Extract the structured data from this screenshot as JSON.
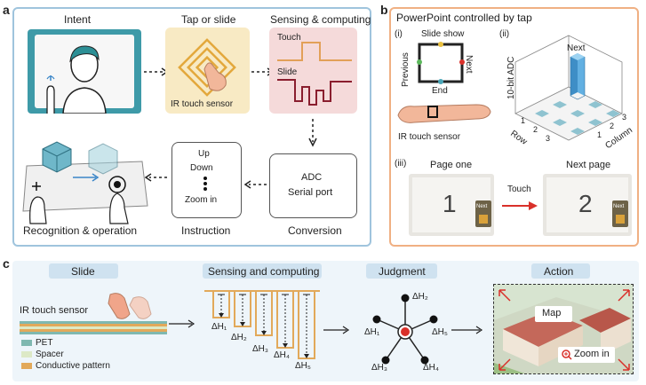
{
  "panel_a": {
    "letter": "a",
    "intent_title": "Intent",
    "tap_title": "Tap or slide",
    "sensing_title": "Sensing & computing",
    "touch_label": "Touch",
    "slide_label": "Slide",
    "sensor_caption": "IR touch sensor",
    "adc_line1": "ADC",
    "adc_line2": "Serial port",
    "conversion_caption": "Conversion",
    "instruction_items": [
      "Up",
      "Down",
      "Zoom in"
    ],
    "instruction_caption": "Instruction",
    "recognition_caption": "Recognition & operation"
  },
  "panel_b": {
    "letter": "b",
    "title": "PowerPoint controlled by tap",
    "sub_i": "(i)",
    "sub_ii": "(ii)",
    "sub_iii": "(iii)",
    "slide_show": "Slide show",
    "previous": "Previous",
    "next_side": "Next",
    "end": "End",
    "sensor_caption": "IR touch sensor",
    "z_axis": "10-bit ADC",
    "row_axis": "Row",
    "column_axis": "Column",
    "bar_label": "Next",
    "row_ticks": [
      "1",
      "2",
      "3"
    ],
    "col_ticks": [
      "1",
      "2",
      "3"
    ],
    "page_one_title": "Page one",
    "page_one_number": "1",
    "touch_label": "Touch",
    "next_page_title": "Next page",
    "next_page_number": "2",
    "next_btn": "Next"
  },
  "panel_c": {
    "letter": "c",
    "slide_title": "Slide",
    "sensing_title": "Sensing and computing",
    "judgment_title": "Judgment",
    "action_title": "Action",
    "sensor_caption": "IR touch sensor",
    "legend": [
      {
        "label": "PET",
        "color": "#7fb8b0"
      },
      {
        "label": "Spacer",
        "color": "#dde9c6"
      },
      {
        "label": "Conductive pattern",
        "color": "#e2a95a"
      }
    ],
    "dh_labels": [
      "ΔH₁",
      "ΔH₂",
      "ΔH₃",
      "ΔH₄",
      "ΔH₅"
    ],
    "star_labels": [
      "ΔH₂",
      "ΔH₁",
      "ΔH₅",
      "ΔH₃",
      "ΔH₄"
    ],
    "map_label": "Map",
    "zoom_label": "Zoom in"
  },
  "colors": {
    "panel_a_border": "#9fc4dd",
    "panel_b_border": "#f0b083",
    "header_band": "#d6e7f2",
    "arrow_red": "#d9302a",
    "teal": "#4aa6b8"
  }
}
